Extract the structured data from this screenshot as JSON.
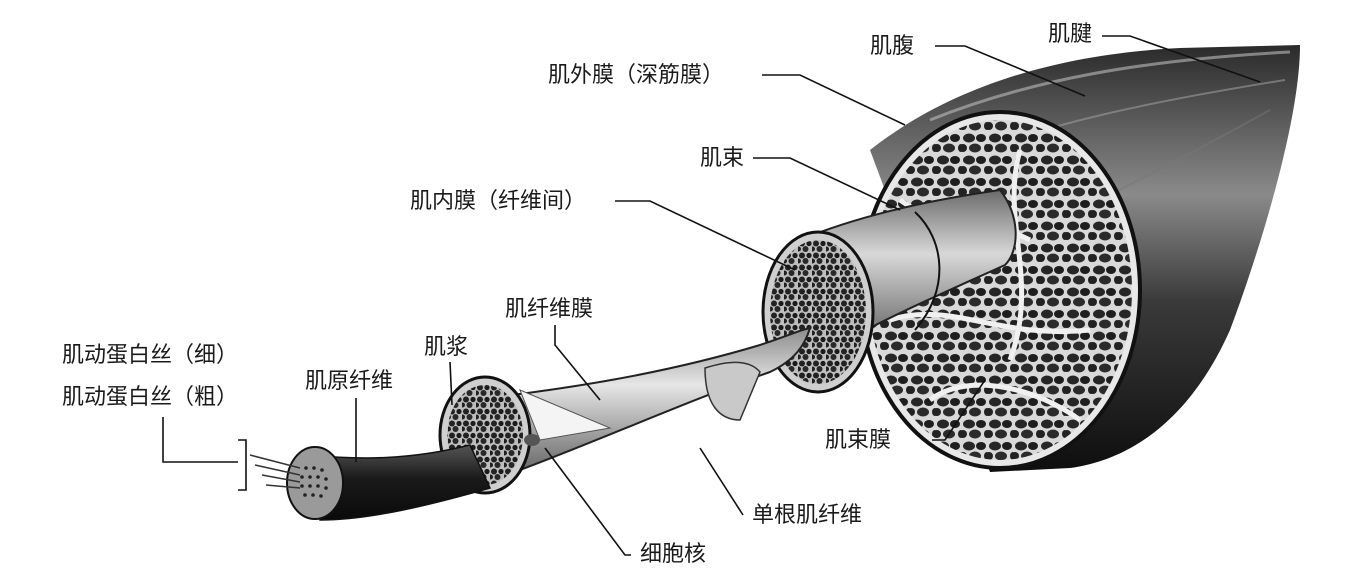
{
  "labels": {
    "tendon": "肌腱",
    "belly": "肌腹",
    "epimysium": "肌外膜（深筋膜）",
    "fascicle": "肌束",
    "endomysium": "肌内膜（纤维间）",
    "sarcolemma": "肌纤维膜",
    "sarcoplasm": "肌浆",
    "actin": "肌动蛋白丝（细）",
    "myosin": "肌动蛋白丝（粗）",
    "myofibril": "肌原纤维",
    "perimysium": "肌束膜",
    "single_fiber": "单根肌纤维",
    "nucleus": "细胞核"
  }
}
